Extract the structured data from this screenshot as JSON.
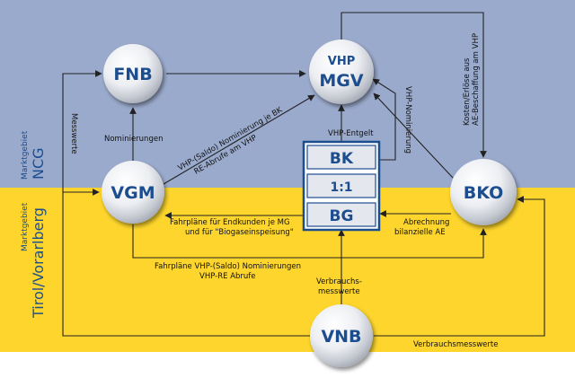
{
  "regions": {
    "top": {
      "small": "Marktgebiet",
      "big": "NCG",
      "color": "#9aaacc"
    },
    "bottom": {
      "small": "Marktgebiet",
      "big": "Tirol/Vorarlberg",
      "color": "#fdd52c"
    }
  },
  "nodes": {
    "fnb": "FNB",
    "vhp_top": "VHP",
    "vhp_bottom": "MGV",
    "vgm": "VGM",
    "bko": "BKO",
    "vnb": "VNB"
  },
  "boxes": {
    "bk": "BK",
    "mid": "1:1",
    "bg": "BG"
  },
  "labels": {
    "messwerte": "Messwerte",
    "nominierungen": "Nominierungen",
    "vhp_saldo_1": "VHP-(Saldo) Nominierung je BK",
    "vhp_saldo_2": "RE-Abrufe am VHP",
    "vhp_entgelt": "VHP-Entgelt",
    "vhp_nominierung": "VHP-Nominierung",
    "kosten_1": "Kosten/Erlöse aus",
    "kosten_2": "AE-Beschaffung am VHP",
    "fahrplaene_1": "Fahrpläne für Endkunden je MG",
    "fahrplaene_2": "und für \"Biogaseinspeisung\"",
    "abrechnung_1": "Abrechnung",
    "abrechnung_2": "bilanzielle AE",
    "fahrplaene_vhp_1": "Fahrpläne VHP-(Saldo) Nominierungen",
    "fahrplaene_vhp_2": "VHP-RE Abrufe",
    "verbrauchs_1": "Verbrauchs-",
    "verbrauchs_2": "messwerte",
    "verbrauchsmesswerte": "Verbrauchsmesswerte"
  },
  "colors": {
    "accent": "#1c4e8f",
    "line": "#222222",
    "box_fill": "#e4e7ee"
  }
}
